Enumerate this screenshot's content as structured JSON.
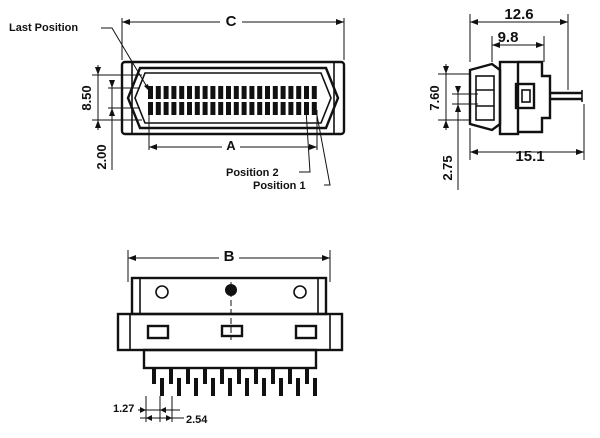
{
  "labels": {
    "last_position": "Last Position",
    "position_2": "Position 2",
    "position_1": "Position 1",
    "dim_c": "C",
    "dim_a": "A",
    "dim_b": "B",
    "dim_8_50": "8.50",
    "dim_2_00": "2.00",
    "dim_12_6": "12.6",
    "dim_9_8": "9.8",
    "dim_7_60": "7.60",
    "dim_2_75": "2.75",
    "dim_15_1": "15.1",
    "dim_1_27": "1.27",
    "dim_2_54": "2.54"
  }
}
